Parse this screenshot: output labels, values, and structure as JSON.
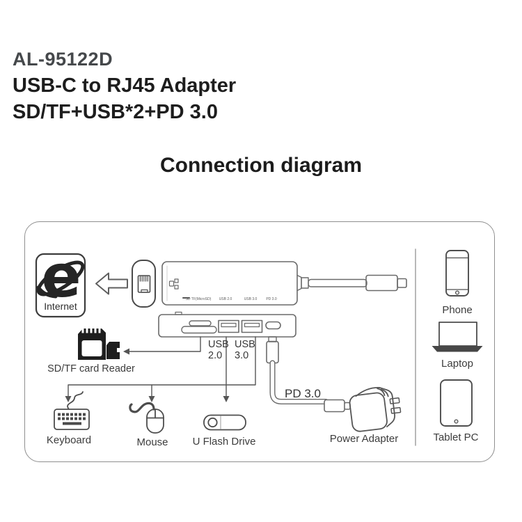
{
  "header": {
    "model": "AL-95122D",
    "title_line1": "USB-C to RJ45 Adapter",
    "title_line2": "SD/TF+USB*2+PD 3.0"
  },
  "section_title": "Connection diagram",
  "diagram": {
    "internet": {
      "label": "Internet",
      "logo_letter": "e"
    },
    "hub_top_ports": {
      "sd": "SD TF(MicroSD)",
      "usb2": "USB 2.0",
      "usb3": "USB 3.0",
      "pd": "PD 3.0"
    },
    "hub_front": {
      "usb2_word": "USB",
      "usb2_ver": "2.0",
      "usb3_word": "USB",
      "usb3_ver": "3.0"
    },
    "card_reader_label": "SD/TF card Reader",
    "pd_label": "PD 3.0",
    "peripherals": {
      "keyboard": "Keyboard",
      "mouse": "Mouse",
      "flash_drive": "U Flash Drive",
      "power_adapter": "Power Adapter"
    },
    "host_devices": {
      "phone": "Phone",
      "laptop": "Laptop",
      "tablet": "Tablet PC"
    },
    "colors": {
      "line_art": "#6a6a6a",
      "ink_black": "#252525",
      "label_text": "#3c3c3c",
      "divider": "#9a9a9a"
    }
  }
}
